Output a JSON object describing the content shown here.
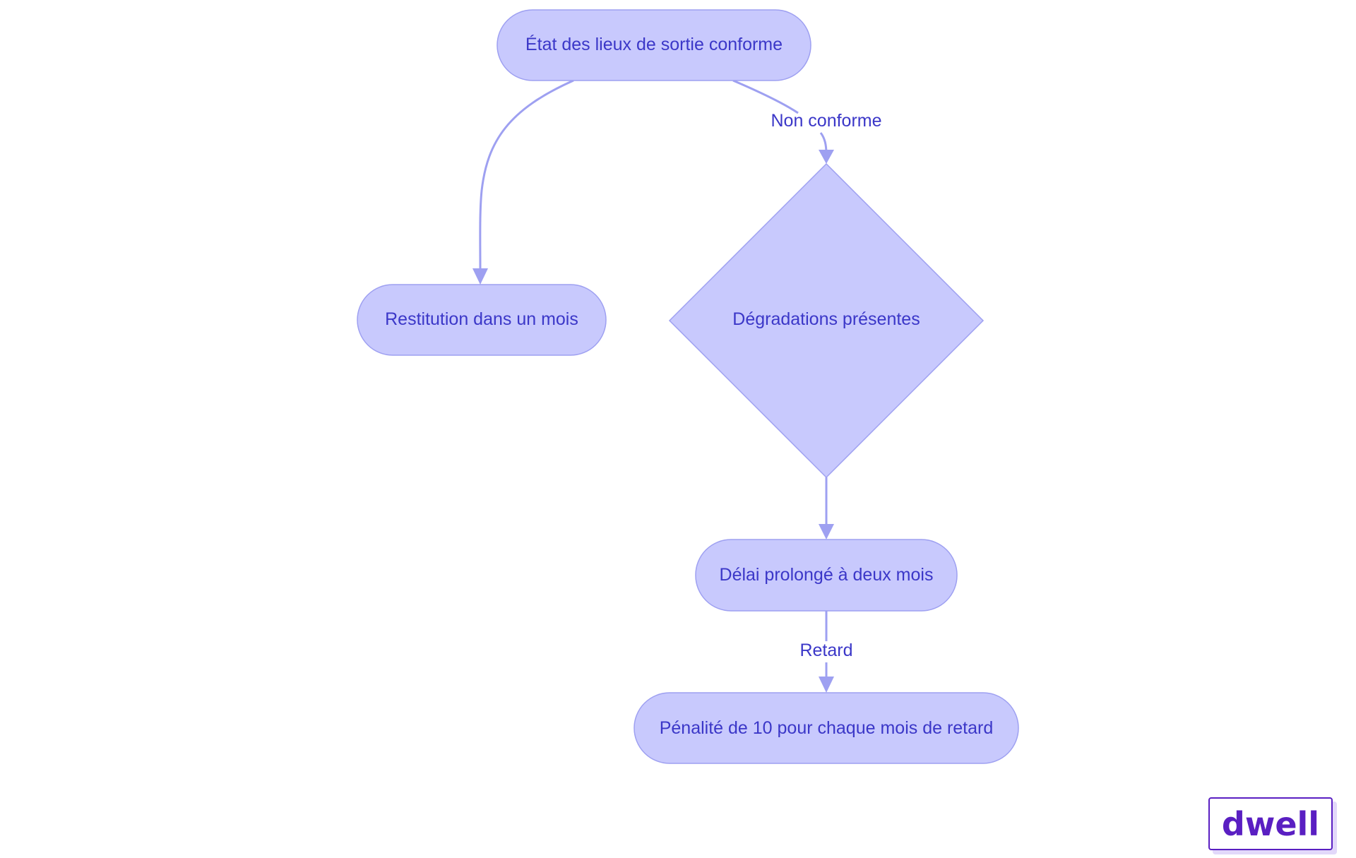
{
  "diagram": {
    "nodes": {
      "start": "État des lieux de sortie conforme",
      "restitution": "Restitution dans un mois",
      "degradations": "Dégradations présentes",
      "delai": "Délai prolongé à deux mois",
      "penalite": "Pénalité de 10 pour chaque mois de retard"
    },
    "edges": {
      "non_conforme": "Non conforme",
      "retard": "Retard"
    }
  },
  "colors": {
    "node_fill": "#c8c9fd",
    "node_stroke": "#9ea0f1",
    "text": "#3b37c8",
    "logo": "#5a1fc2"
  },
  "logo": {
    "text": "dwell"
  }
}
